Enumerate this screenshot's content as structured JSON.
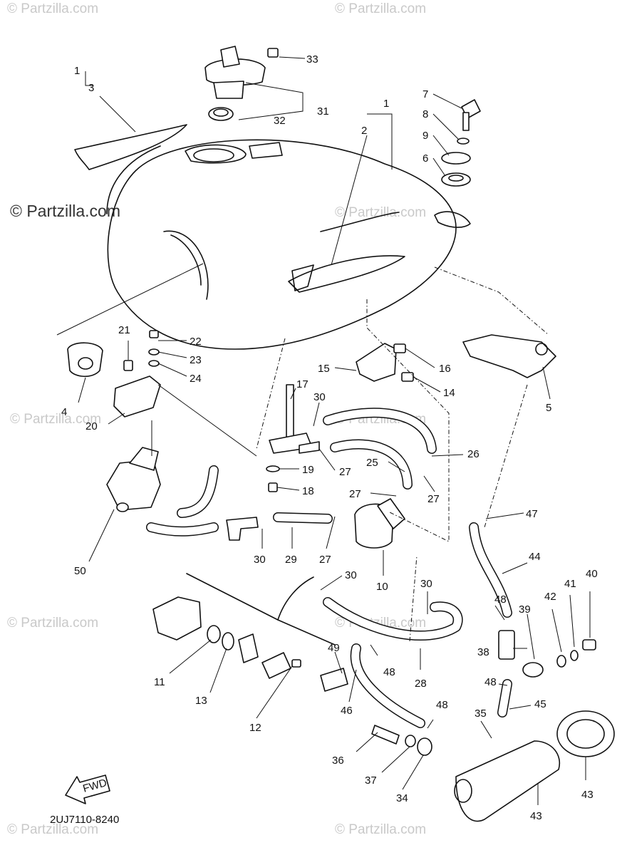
{
  "watermarks": {
    "small": "© Partzilla.com",
    "large": "© Partzilla.com"
  },
  "figure_code": "2UJ7110-8240",
  "fwd_label": "FWD",
  "callouts": [
    "1",
    "3",
    "2",
    "1",
    "33",
    "31",
    "32",
    "7",
    "8",
    "9",
    "6",
    "4",
    "5",
    "21",
    "22",
    "23",
    "24",
    "20",
    "15",
    "16",
    "14",
    "17",
    "30",
    "19",
    "18",
    "27",
    "25",
    "26",
    "27",
    "27",
    "47",
    "44",
    "50",
    "30",
    "29",
    "27",
    "10",
    "30",
    "30",
    "48",
    "39",
    "42",
    "41",
    "40",
    "38",
    "11",
    "13",
    "12",
    "49",
    "48",
    "28",
    "46",
    "48",
    "45",
    "48",
    "35",
    "36",
    "37",
    "34",
    "43"
  ],
  "colors": {
    "line": "#111111",
    "watermark": "#c9c9c9",
    "background": "#ffffff"
  }
}
